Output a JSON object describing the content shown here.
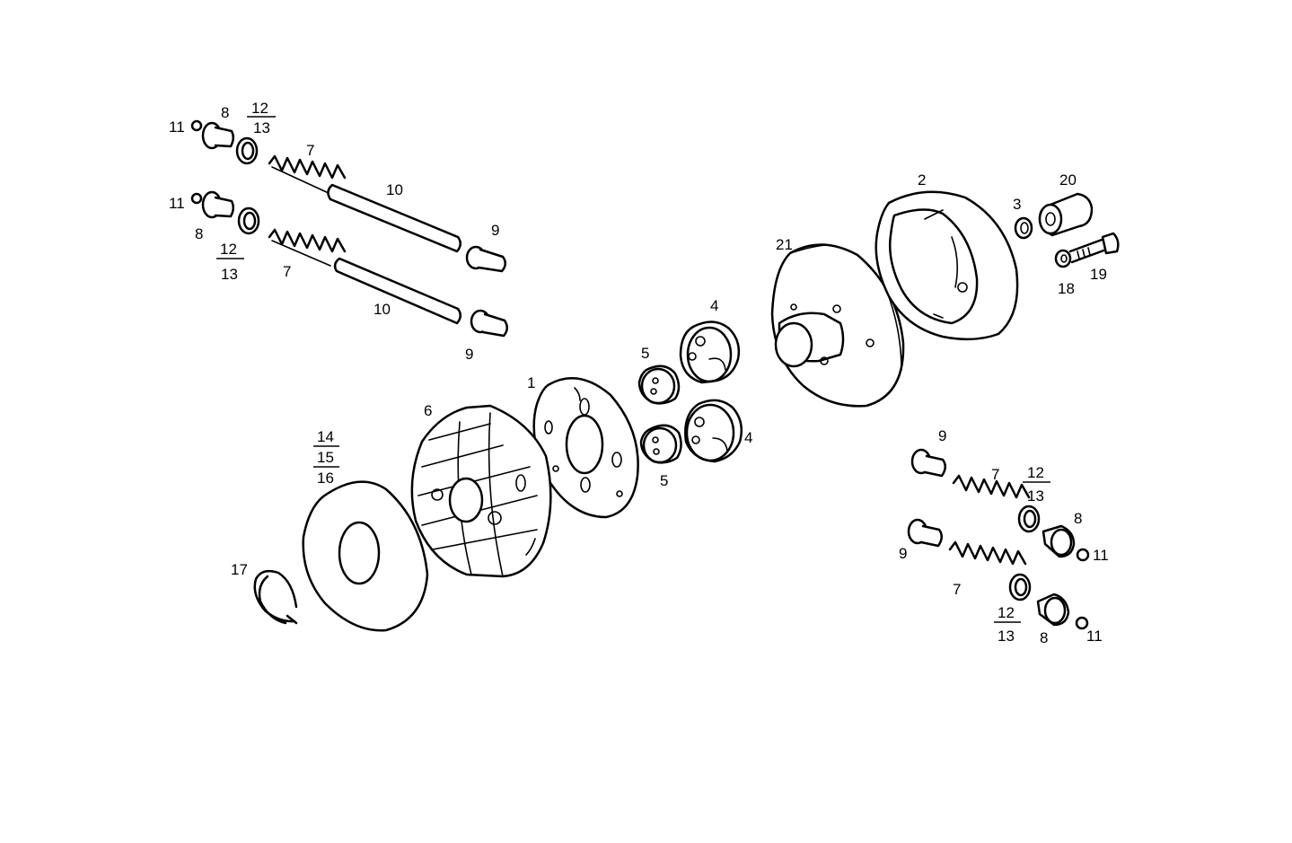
{
  "labels": {
    "part_1": "1",
    "part_2": "2",
    "part_3": "3",
    "part_4_upper": "4",
    "part_4_lower": "4",
    "part_5_upper": "5",
    "part_5_lower": "5",
    "part_6": "6",
    "part_7_a": "7",
    "part_7_b": "7",
    "part_7_c": "7",
    "part_7_d": "7",
    "part_8_a": "8",
    "part_8_b": "8",
    "part_8_c": "8",
    "part_8_d": "8",
    "part_9_a": "9",
    "part_9_b": "9",
    "part_9_c": "9",
    "part_9_d": "9",
    "part_10_a": "10",
    "part_10_b": "10",
    "part_11_a": "11",
    "part_11_b": "11",
    "part_11_c": "11",
    "part_11_d": "11",
    "part_12_a": "12",
    "part_13_a": "13",
    "part_12_b": "12",
    "part_13_b": "13",
    "part_12_c": "12",
    "part_13_c": "13",
    "part_12_d": "12",
    "part_13_d": "13",
    "part_14": "14",
    "part_15": "15",
    "part_16": "16",
    "part_17": "17",
    "part_18": "18",
    "part_19": "19",
    "part_20": "20",
    "part_21": "21"
  }
}
